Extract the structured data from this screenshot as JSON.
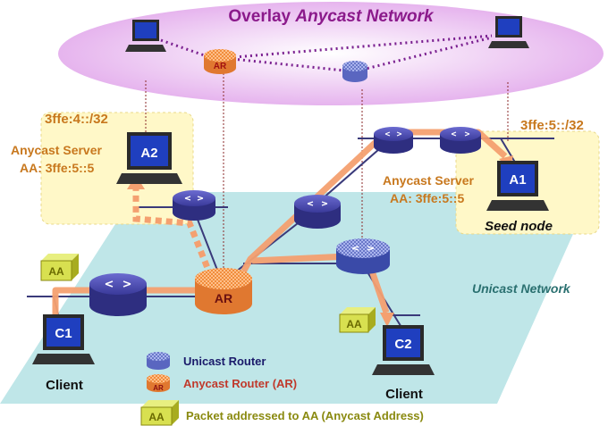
{
  "overlay": {
    "title_plain": "Overlay ",
    "title_italic": "Anycast Network"
  },
  "unicast_label": "Unicast Network",
  "prefixes": {
    "left": "3ffe:4::/32",
    "right": "3ffe:5::/32"
  },
  "servers": {
    "a2": {
      "node": "A2",
      "title": "Anycast Server",
      "address": "AA: 3ffe:5::5"
    },
    "a1": {
      "node": "A1",
      "title": "Anycast Server",
      "address": "AA: 3ffe:5::5",
      "caption": "Seed node"
    }
  },
  "clients": {
    "c1": {
      "node": "C1",
      "caption": "Client"
    },
    "c2": {
      "node": "C2",
      "caption": "Client"
    }
  },
  "router_labels": {
    "ar": "AR",
    "overlay_ar": "AR"
  },
  "packet_label": "AA",
  "legend": {
    "unicast_router": "Unicast Router",
    "anycast_router": "Anycast Router (AR)",
    "ar_icon_label": "AR",
    "packet": "Packet addressed to AA (Anycast Address)",
    "packet_icon_label": "AA"
  },
  "colors": {
    "overlay_title": "#8B1A8B",
    "orange_text": "#C8781E",
    "router_blue": "#3A3A9A",
    "router_orange": "#F08C3C",
    "path": "#F4A070",
    "plane": "#BFE6E8",
    "prefix_box": "#FFF8C8",
    "legend_red": "#C0392B",
    "legend_olive": "#8A8A10",
    "unicast_label": "#2A7070"
  }
}
